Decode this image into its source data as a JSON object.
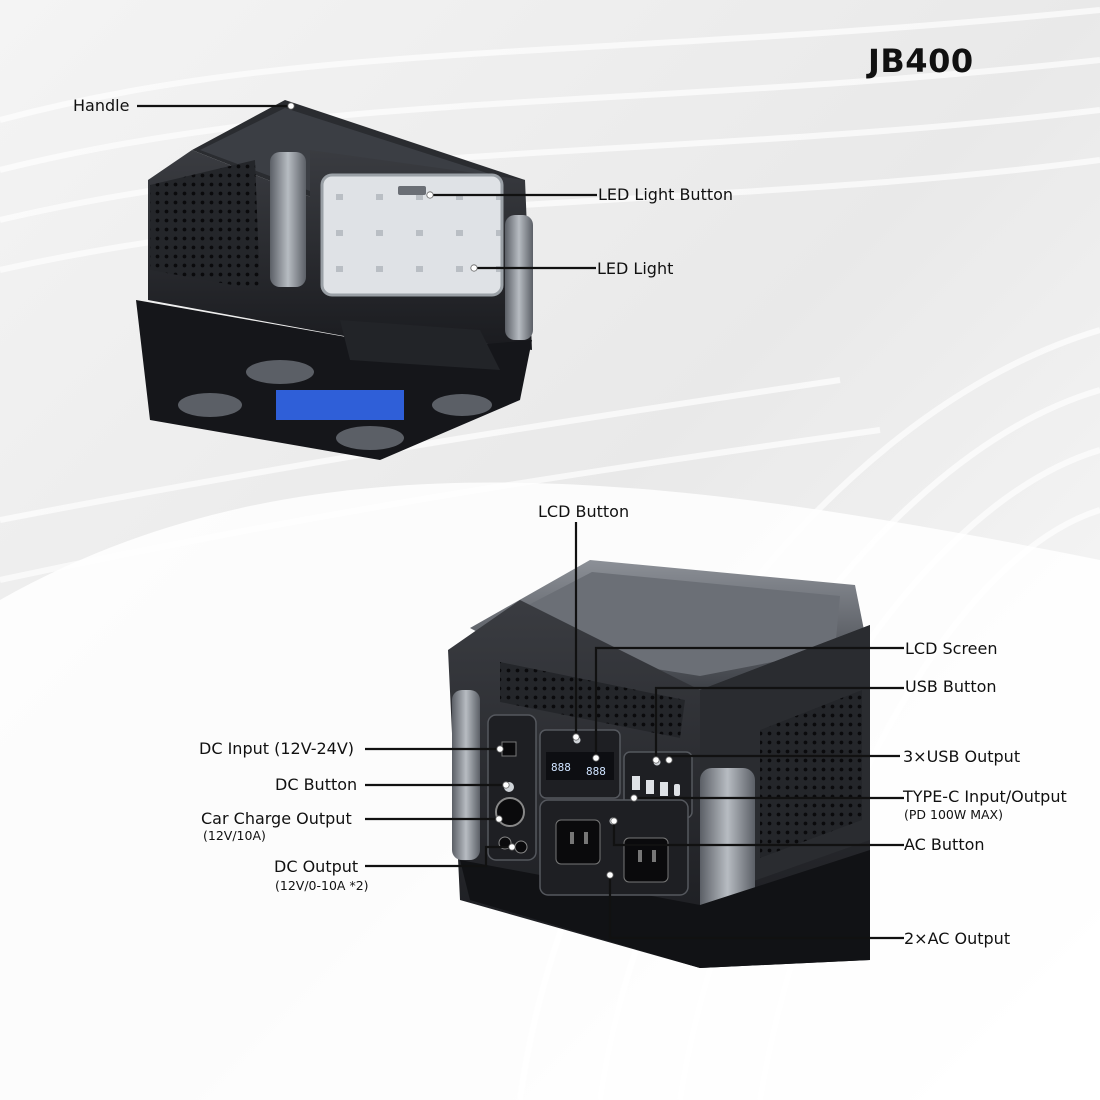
{
  "title": "JB400",
  "top_view": {
    "labels": {
      "handle": "Handle",
      "led_light_button": "LED Light Button",
      "led_light": "LED Light"
    }
  },
  "front_view": {
    "labels": {
      "lcd_button": "LCD Button",
      "lcd_screen": "LCD Screen",
      "usb_button": "USB Button",
      "usb_output": "3×USB Output",
      "typec": "TYPE-C Input/Output",
      "typec_sub": "(PD 100W MAX)",
      "ac_button": "AC Button",
      "ac_output": "2×AC Output",
      "dc_input": "DC Input (12V-24V)",
      "dc_button": "DC Button",
      "car_charge": "Car Charge Output",
      "car_charge_sub": "(12V/10A)",
      "dc_output": "DC Output",
      "dc_output_sub": "(12V/0-10A *2)"
    },
    "lcd_readout": {
      "left": "888",
      "right": "888"
    }
  },
  "colors": {
    "body_dark": "#2b2d31",
    "body_black": "#15161a",
    "accent_grey": "#9aa0a6",
    "lcd_blue": "#2f5fd8",
    "led_panel": "#d7dbe0",
    "leader": "#111111"
  },
  "icons": [
    "outlet-icon",
    "usb-port-icon",
    "vent-grille-icon"
  ]
}
